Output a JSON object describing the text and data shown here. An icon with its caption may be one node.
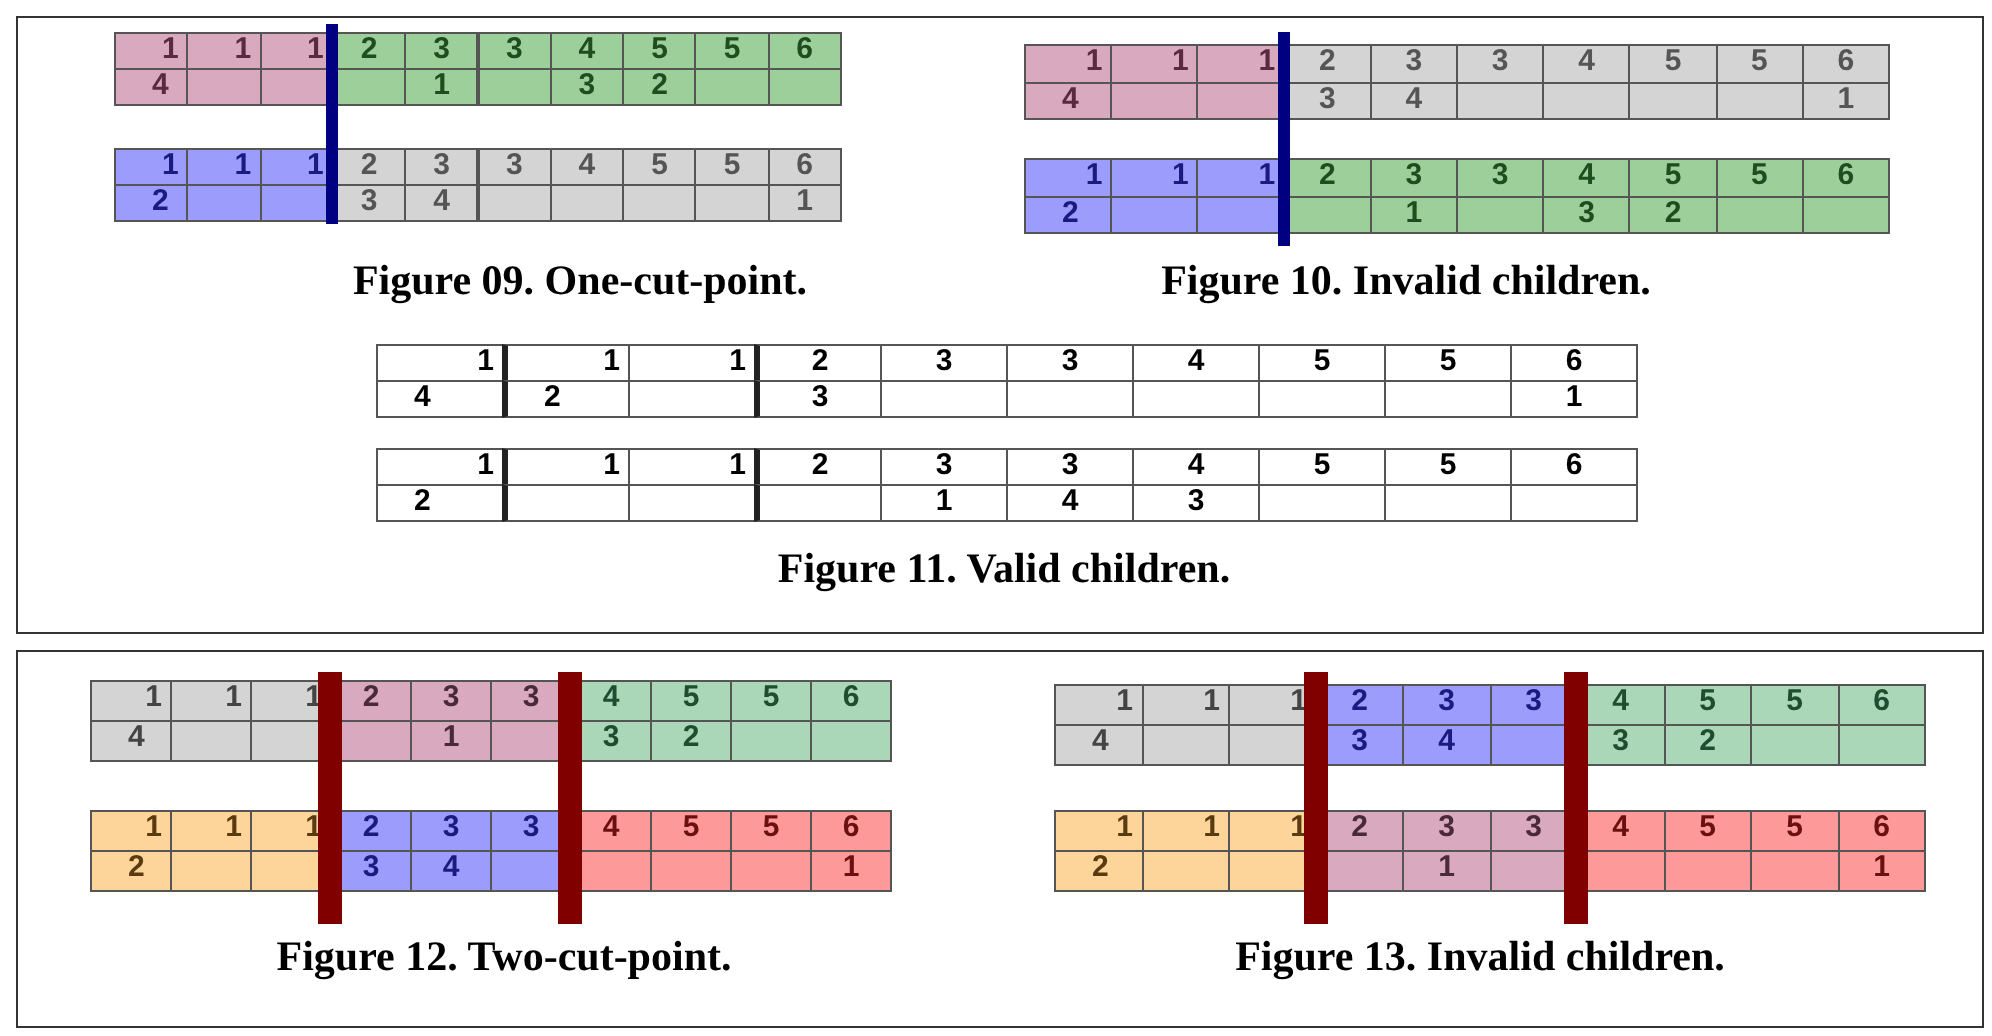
{
  "diagram": {
    "labels": [
      "1",
      "1",
      "1",
      "2",
      "3",
      "3",
      "4",
      "5",
      "5",
      "6",
      "4",
      "1",
      "3",
      "2",
      "1",
      "1",
      "1",
      "2",
      "3",
      "3",
      "4",
      "5",
      "5",
      "6",
      "2",
      "3",
      "4",
      "1",
      "Figure 09. One-cut-point.",
      "1",
      "1",
      "1",
      "2",
      "3",
      "3",
      "4",
      "5",
      "5",
      "6",
      "4",
      "3",
      "4",
      "1",
      "1",
      "1",
      "1",
      "2",
      "3",
      "3",
      "4",
      "5",
      "5",
      "6",
      "2",
      "1",
      "3",
      "2",
      "Figure 10. Invalid children.",
      "1",
      "1",
      "1",
      "2",
      "3",
      "3",
      "4",
      "5",
      "5",
      "6",
      "4",
      "2",
      "3",
      "1",
      "1",
      "1",
      "1",
      "2",
      "3",
      "3",
      "4",
      "5",
      "5",
      "6",
      "2",
      "1",
      "4",
      "3",
      "Figure 11. Valid children.",
      "1",
      "1",
      "1",
      "2",
      "3",
      "3",
      "4",
      "5",
      "5",
      "6",
      "4",
      "1",
      "3",
      "2",
      "1",
      "1",
      "1",
      "2",
      "3",
      "3",
      "4",
      "5",
      "5",
      "6",
      "2",
      "3",
      "4",
      "1",
      "Figure 12. Two-cut-point.",
      "1",
      "1",
      "1",
      "2",
      "3",
      "3",
      "4",
      "5",
      "5",
      "6",
      "4",
      "3",
      "4",
      "3",
      "2",
      "1",
      "1",
      "1",
      "2",
      "3",
      "3",
      "4",
      "5",
      "5",
      "6",
      "2",
      "1",
      "1",
      "Figure 13. Invalid children."
    ]
  }
}
